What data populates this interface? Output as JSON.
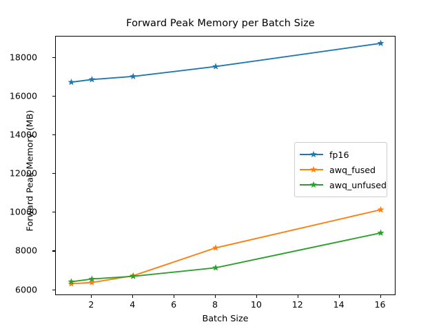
{
  "chart_data": {
    "type": "line",
    "title": "Forward Peak Memory per Batch Size",
    "xlabel": "Batch Size",
    "ylabel": "Forward Peak Memory (MB)",
    "x": [
      1,
      2,
      4,
      8,
      16
    ],
    "xlim": [
      0.25,
      16.75
    ],
    "ylim": [
      5700,
      19100
    ],
    "xticks": [
      2,
      4,
      6,
      8,
      10,
      12,
      14,
      16
    ],
    "xtick_labels": [
      "2",
      "4",
      "6",
      "8",
      "10",
      "12",
      "14",
      "16"
    ],
    "yticks": [
      6000,
      8000,
      10000,
      12000,
      14000,
      16000,
      18000
    ],
    "ytick_labels": [
      "6000",
      "8000",
      "10000",
      "12000",
      "14000",
      "16000",
      "18000"
    ],
    "grid": false,
    "legend_position": "center right",
    "marker": "star",
    "series": [
      {
        "name": "fp16",
        "color": "#1f77b4",
        "values": [
          16740,
          16880,
          17040,
          17550,
          18750
        ]
      },
      {
        "name": "awq_fused",
        "color": "#ff7f0e",
        "values": [
          6320,
          6390,
          6740,
          8180,
          10150
        ]
      },
      {
        "name": "awq_unfused",
        "color": "#2ca02c",
        "values": [
          6430,
          6570,
          6710,
          7150,
          8950
        ]
      }
    ]
  }
}
